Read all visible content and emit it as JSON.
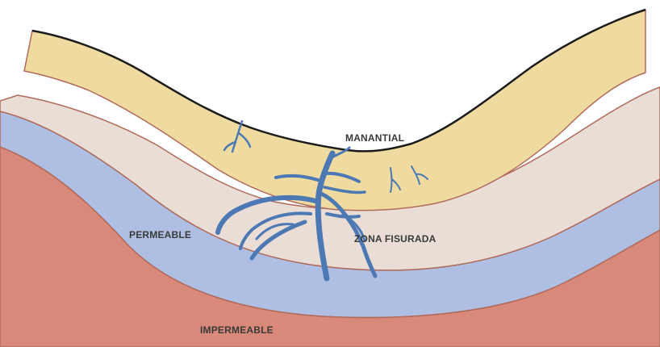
{
  "labels": {
    "spring": "MANANTIAL",
    "permeable": "PERMEABLE",
    "fractured_zone": "ZONA FISURADA",
    "impermeable": "IMPERMEABLE"
  },
  "colors": {
    "topsoil": "#efdba0",
    "fractured_rock": "#e9ddd6",
    "permeable_water": "#aebfe3",
    "impermeable": "#d9897a",
    "fracture_water": "#4c78b4",
    "surface_line": "#1b1b1b",
    "layer_line": "#b06a5a"
  }
}
